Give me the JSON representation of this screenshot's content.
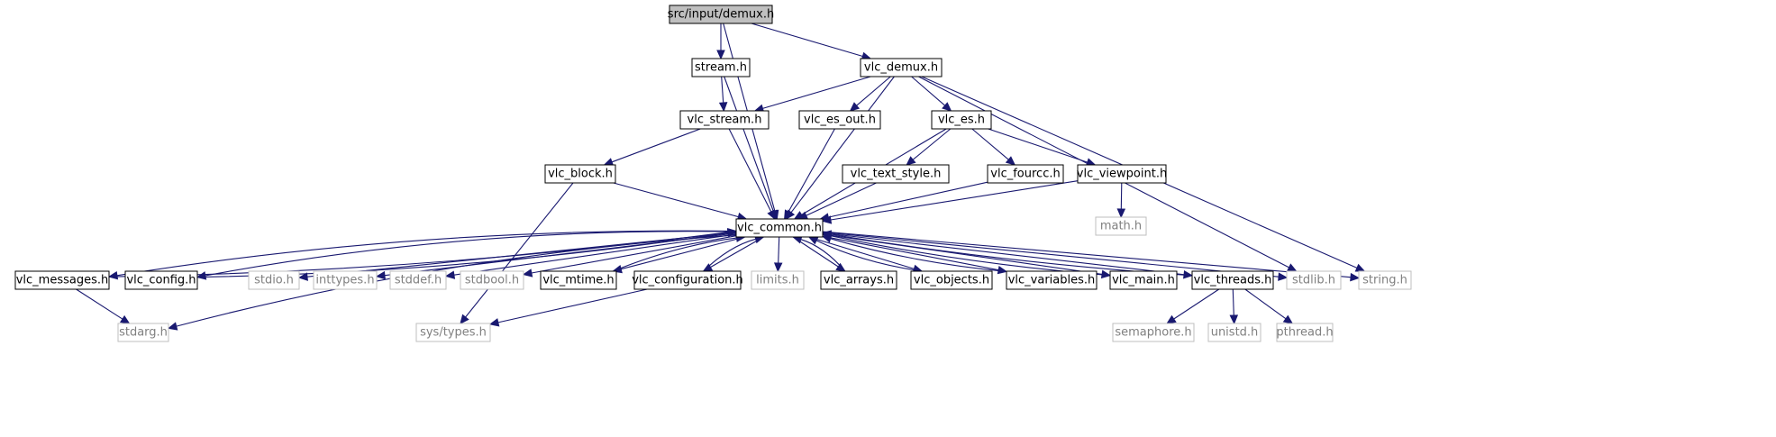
{
  "graph": {
    "nodes": [
      {
        "id": "demux_h",
        "label": "src/input/demux.h",
        "kind": "root"
      },
      {
        "id": "stream_h",
        "label": "stream.h",
        "kind": "strong"
      },
      {
        "id": "vlc_demux_h",
        "label": "vlc_demux.h",
        "kind": "strong"
      },
      {
        "id": "vlc_stream_h",
        "label": "vlc_stream.h",
        "kind": "strong"
      },
      {
        "id": "vlc_es_out_h",
        "label": "vlc_es_out.h",
        "kind": "strong"
      },
      {
        "id": "vlc_es_h",
        "label": "vlc_es.h",
        "kind": "strong"
      },
      {
        "id": "vlc_block_h",
        "label": "vlc_block.h",
        "kind": "strong"
      },
      {
        "id": "vlc_text_style_h",
        "label": "vlc_text_style.h",
        "kind": "strong"
      },
      {
        "id": "vlc_fourcc_h",
        "label": "vlc_fourcc.h",
        "kind": "strong"
      },
      {
        "id": "vlc_viewpoint_h",
        "label": "vlc_viewpoint.h",
        "kind": "strong"
      },
      {
        "id": "math_h",
        "label": "math.h",
        "kind": "light"
      },
      {
        "id": "vlc_common_h",
        "label": "vlc_common.h",
        "kind": "strong"
      },
      {
        "id": "vlc_messages_h",
        "label": "vlc_messages.h",
        "kind": "strong"
      },
      {
        "id": "vlc_config_h",
        "label": "vlc_config.h",
        "kind": "strong"
      },
      {
        "id": "stdio_h",
        "label": "stdio.h",
        "kind": "light"
      },
      {
        "id": "inttypes_h",
        "label": "inttypes.h",
        "kind": "light"
      },
      {
        "id": "stddef_h",
        "label": "stddef.h",
        "kind": "light"
      },
      {
        "id": "stdbool_h",
        "label": "stdbool.h",
        "kind": "light"
      },
      {
        "id": "vlc_mtime_h",
        "label": "vlc_mtime.h",
        "kind": "strong"
      },
      {
        "id": "vlc_configuration_h",
        "label": "vlc_configuration.h",
        "kind": "strong"
      },
      {
        "id": "limits_h",
        "label": "limits.h",
        "kind": "light"
      },
      {
        "id": "vlc_arrays_h",
        "label": "vlc_arrays.h",
        "kind": "strong"
      },
      {
        "id": "vlc_objects_h",
        "label": "vlc_objects.h",
        "kind": "strong"
      },
      {
        "id": "vlc_variables_h",
        "label": "vlc_variables.h",
        "kind": "strong"
      },
      {
        "id": "vlc_main_h",
        "label": "vlc_main.h",
        "kind": "strong"
      },
      {
        "id": "vlc_threads_h",
        "label": "vlc_threads.h",
        "kind": "strong"
      },
      {
        "id": "stdlib_h",
        "label": "stdlib.h",
        "kind": "light"
      },
      {
        "id": "string_h",
        "label": "string.h",
        "kind": "light"
      },
      {
        "id": "stdarg_h",
        "label": "stdarg.h",
        "kind": "light"
      },
      {
        "id": "sys_types_h",
        "label": "sys/types.h",
        "kind": "light"
      },
      {
        "id": "semaphore_h",
        "label": "semaphore.h",
        "kind": "light"
      },
      {
        "id": "unistd_h",
        "label": "unistd.h",
        "kind": "light"
      },
      {
        "id": "pthread_h",
        "label": "pthread.h",
        "kind": "light"
      }
    ],
    "edges": [
      [
        "demux_h",
        "stream_h"
      ],
      [
        "demux_h",
        "vlc_demux_h"
      ],
      [
        "demux_h",
        "vlc_common_h"
      ],
      [
        "stream_h",
        "vlc_stream_h"
      ],
      [
        "stream_h",
        "vlc_common_h"
      ],
      [
        "vlc_demux_h",
        "vlc_stream_h"
      ],
      [
        "vlc_demux_h",
        "vlc_es_out_h"
      ],
      [
        "vlc_demux_h",
        "vlc_es_h"
      ],
      [
        "vlc_demux_h",
        "vlc_common_h"
      ],
      [
        "vlc_demux_h",
        "stdlib_h"
      ],
      [
        "vlc_demux_h",
        "string_h"
      ],
      [
        "vlc_stream_h",
        "vlc_block_h"
      ],
      [
        "vlc_stream_h",
        "vlc_common_h"
      ],
      [
        "vlc_es_out_h",
        "vlc_common_h"
      ],
      [
        "vlc_es_h",
        "vlc_text_style_h"
      ],
      [
        "vlc_es_h",
        "vlc_fourcc_h"
      ],
      [
        "vlc_es_h",
        "vlc_viewpoint_h"
      ],
      [
        "vlc_es_h",
        "vlc_common_h"
      ],
      [
        "vlc_block_h",
        "vlc_common_h"
      ],
      [
        "vlc_block_h",
        "sys_types_h"
      ],
      [
        "vlc_text_style_h",
        "vlc_common_h"
      ],
      [
        "vlc_fourcc_h",
        "vlc_common_h"
      ],
      [
        "vlc_viewpoint_h",
        "vlc_common_h"
      ],
      [
        "vlc_viewpoint_h",
        "math_h"
      ],
      [
        "vlc_common_h",
        "vlc_messages_h"
      ],
      [
        "vlc_common_h",
        "vlc_config_h"
      ],
      [
        "vlc_common_h",
        "stdio_h"
      ],
      [
        "vlc_common_h",
        "inttypes_h"
      ],
      [
        "vlc_common_h",
        "stddef_h"
      ],
      [
        "vlc_common_h",
        "stdbool_h"
      ],
      [
        "vlc_common_h",
        "vlc_mtime_h"
      ],
      [
        "vlc_common_h",
        "vlc_configuration_h"
      ],
      [
        "vlc_common_h",
        "limits_h"
      ],
      [
        "vlc_common_h",
        "vlc_arrays_h"
      ],
      [
        "vlc_common_h",
        "vlc_objects_h"
      ],
      [
        "vlc_common_h",
        "vlc_variables_h"
      ],
      [
        "vlc_common_h",
        "vlc_main_h"
      ],
      [
        "vlc_common_h",
        "vlc_threads_h"
      ],
      [
        "vlc_common_h",
        "stdlib_h"
      ],
      [
        "vlc_common_h",
        "string_h"
      ],
      [
        "vlc_common_h",
        "stdarg_h"
      ],
      [
        "vlc_messages_h",
        "vlc_common_h"
      ],
      [
        "vlc_messages_h",
        "stdarg_h"
      ],
      [
        "vlc_config_h",
        "vlc_common_h"
      ],
      [
        "vlc_mtime_h",
        "vlc_common_h"
      ],
      [
        "vlc_configuration_h",
        "vlc_common_h"
      ],
      [
        "vlc_configuration_h",
        "sys_types_h"
      ],
      [
        "vlc_arrays_h",
        "vlc_common_h"
      ],
      [
        "vlc_objects_h",
        "vlc_common_h"
      ],
      [
        "vlc_variables_h",
        "vlc_common_h"
      ],
      [
        "vlc_main_h",
        "vlc_common_h"
      ],
      [
        "vlc_threads_h",
        "vlc_common_h"
      ],
      [
        "vlc_threads_h",
        "semaphore_h"
      ],
      [
        "vlc_threads_h",
        "unistd_h"
      ],
      [
        "vlc_threads_h",
        "pthread_h"
      ]
    ]
  }
}
